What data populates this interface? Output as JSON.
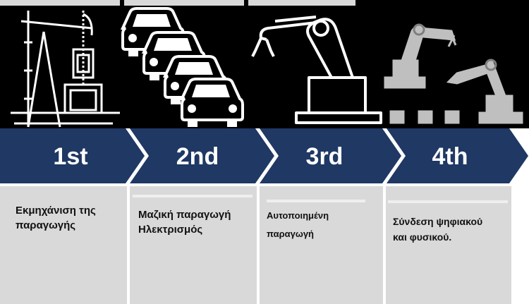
{
  "diagram": {
    "stages": [
      {
        "label": "1st",
        "description": "Εκμηχάνιση της\nπαραγωγής",
        "icon": "oil-pump-icon"
      },
      {
        "label": "2nd",
        "description": "Μαζική παραγωγή\nΗλεκτρισμός",
        "icon": "cars-icon"
      },
      {
        "label": "3rd",
        "description": "Αυτοποιημένη\nπαραγωγή",
        "icon": "robot-arm-icon"
      },
      {
        "label": "4th",
        "description": "Σύνδεση ψηφιακού\nκαι φυσικού.",
        "icon": "connected-robots-icon"
      }
    ]
  },
  "colors": {
    "chevron": "#1f3864",
    "background": "#000000",
    "panel": "#d9d9d9",
    "icon": "#ffffff",
    "robot_gray": "#bfbfbf"
  }
}
